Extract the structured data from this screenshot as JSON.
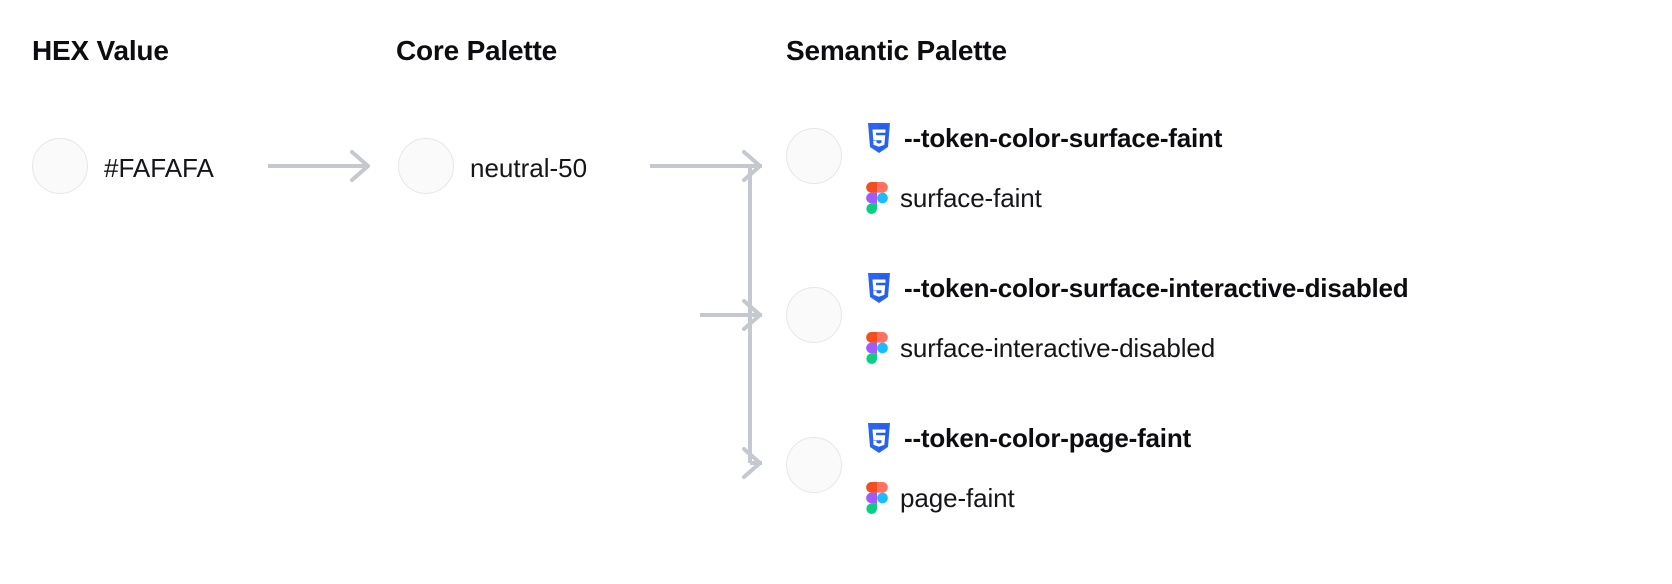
{
  "columns": {
    "hex": {
      "header": "HEX Value"
    },
    "core": {
      "header": "Core Palette"
    },
    "semantic": {
      "header": "Semantic Palette"
    }
  },
  "hex_value": {
    "label": "#FAFAFA",
    "swatch_color": "#FAFAFA"
  },
  "core_value": {
    "label": "neutral-50",
    "swatch_color": "#FAFAFA"
  },
  "semantic_tokens": [
    {
      "css_token": "--token-color-surface-faint",
      "figma_variable": "surface-faint",
      "swatch_color": "#FAFAFA"
    },
    {
      "css_token": "--token-color-surface-interactive-disabled",
      "figma_variable": "surface-interactive-disabled",
      "swatch_color": "#FAFAFA"
    },
    {
      "css_token": "--token-color-page-faint",
      "figma_variable": "page-faint",
      "swatch_color": "#FAFAFA"
    }
  ],
  "icons": {
    "css": "css3-icon",
    "figma": "figma-icon",
    "arrow": "arrow-right-icon"
  },
  "colors": {
    "connector": "#C5C8CE",
    "swatch_border": "#E6E7EA",
    "css_icon_blue": "#2965F1",
    "figma_red": "#F24E1E",
    "figma_orange": "#FF7262",
    "figma_purple": "#A259FF",
    "figma_blue": "#1ABCFE",
    "figma_green": "#0ACF83",
    "text": "#0D0D11",
    "background": "#FFFFFF"
  }
}
